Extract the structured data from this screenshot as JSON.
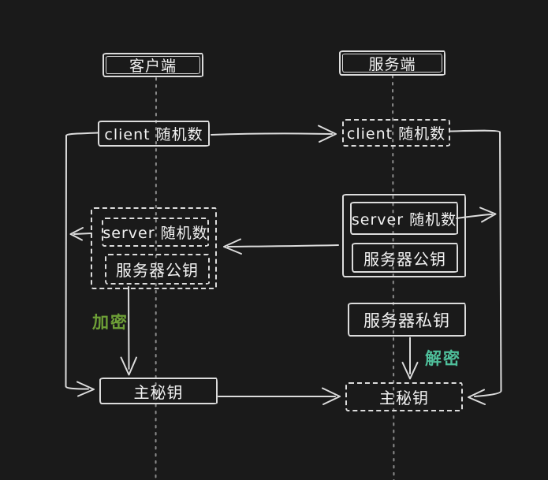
{
  "actors": {
    "client": "客户端",
    "server": "服务端"
  },
  "client_lane": {
    "client_random": "client 随机数",
    "received_group": {
      "server_random": "server 随机数",
      "server_pubkey": "服务器公钥"
    },
    "encrypt_label": "加密",
    "master_secret": "主秘钥"
  },
  "server_lane": {
    "client_random": "client 随机数",
    "sent_group": {
      "server_random": "server 随机数",
      "server_pubkey": "服务器公钥"
    },
    "private_key": "服务器私钥",
    "decrypt_label": "解密",
    "master_secret": "主秘钥"
  },
  "colors": {
    "background": "#1a1a1a",
    "stroke": "#dcdcdc",
    "text": "#f2f2f2",
    "lifeline": "#8c8c8c",
    "encrypt": "#6ea037",
    "decrypt": "#4fbf9b"
  }
}
